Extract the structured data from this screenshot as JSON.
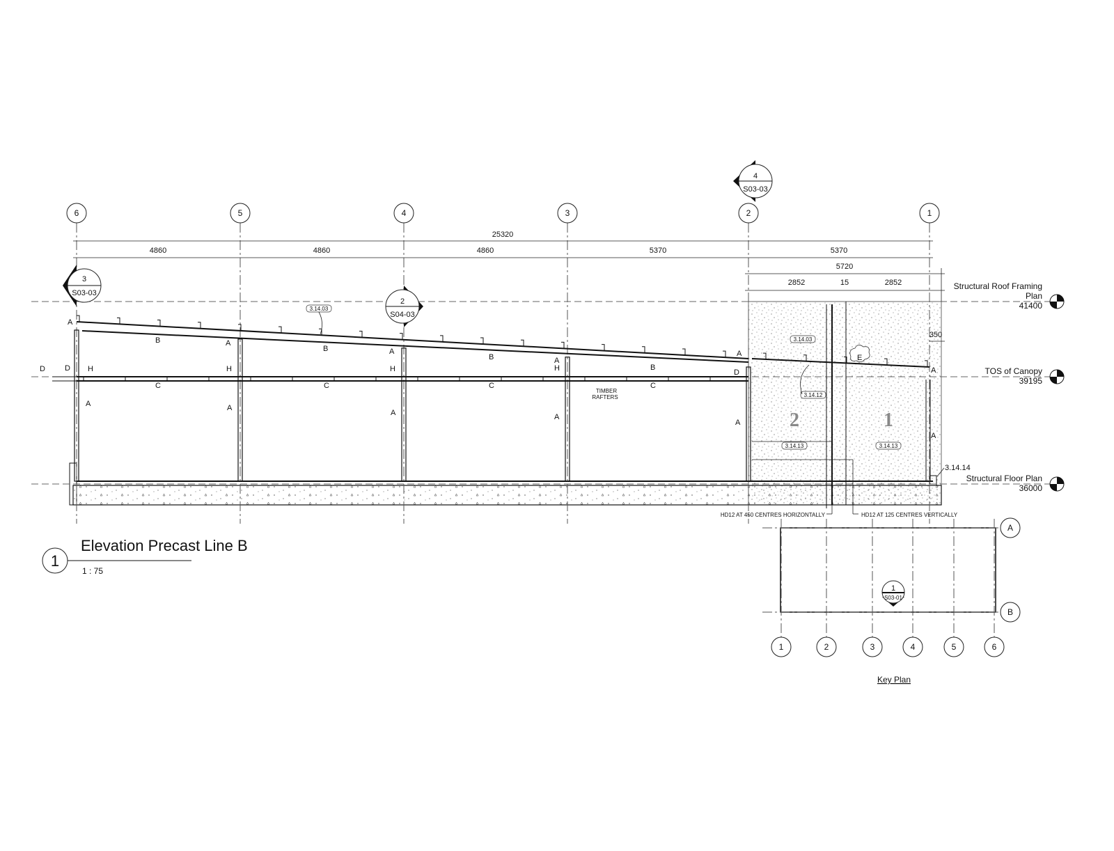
{
  "title": {
    "number": "1",
    "name": "Elevation Precast Line B",
    "scale": "1 : 75"
  },
  "grid_lines": [
    "6",
    "5",
    "4",
    "3",
    "2",
    "1"
  ],
  "dimensions": {
    "overall": "25320",
    "bays": [
      "4860",
      "4860",
      "4860",
      "5370",
      "5370"
    ],
    "panel_total": "5720",
    "panel_split": [
      "2852",
      "15",
      "2852"
    ],
    "offset": "350"
  },
  "levels": [
    {
      "name_line1": "Structural Roof Framing",
      "name_line2": "Plan",
      "value": "41400"
    },
    {
      "name_line1": "TOS of Canopy",
      "value": "39195"
    },
    {
      "name_line1": "Structural Floor Plan",
      "value": "36000"
    }
  ],
  "section_marks": [
    {
      "number": "3",
      "sheet": "S03-03"
    },
    {
      "number": "2",
      "sheet": "S04-03"
    },
    {
      "number": "4",
      "sheet": "S03-03"
    }
  ],
  "member_tags": {
    "A": "A",
    "B": "B",
    "C": "C",
    "D": "D",
    "E": "E",
    "H": "H"
  },
  "keynotes": {
    "k1": "3.14.03",
    "k2": "3.14.12",
    "k3": "3.14.13",
    "k4": "3.14.14"
  },
  "annotations": {
    "timber_1": "TIMBER",
    "timber_2": "RAFTERS",
    "hd_horizontal": "HD12 AT 450 CENTRES HORIZONTALLY",
    "hd_vertical": "HD12 AT 125 CENTRES VERTICALLY"
  },
  "panels": [
    "2",
    "1"
  ],
  "key_plan": {
    "title": "Key Plan",
    "rows": [
      "A",
      "B"
    ],
    "columns": [
      "1",
      "2",
      "3",
      "4",
      "5",
      "6"
    ],
    "section": {
      "number": "1",
      "sheet": "S03-01"
    }
  }
}
